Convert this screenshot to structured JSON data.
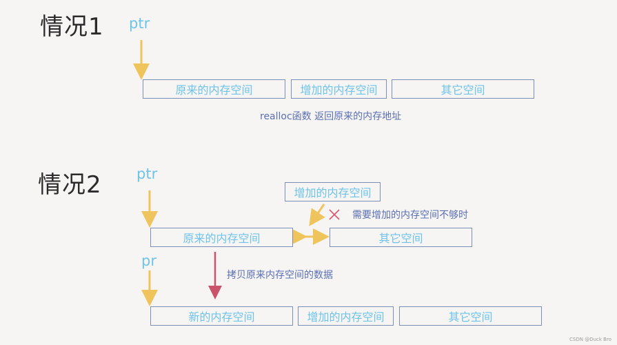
{
  "case1": {
    "title": "情况1",
    "pointer": "ptr",
    "blocks": [
      "原来的内存空间",
      "增加的内存空间",
      "其它空间"
    ],
    "note": "realloc函数 返回原来的内存地址"
  },
  "case2": {
    "title": "情况2",
    "pointer": "ptr",
    "new_pointer": "pr",
    "requested_block": "增加的内存空间",
    "insufficient_note": "需要增加的内存空间不够时",
    "copy_note": "拷贝原来内存空间的数据",
    "top_blocks": [
      "原来的内存空间",
      "其它空间"
    ],
    "bottom_blocks": [
      "新的内存空间",
      "增加的内存空间",
      "其它空间"
    ]
  },
  "watermark": "CSDN @Duck Bro",
  "colors": {
    "pointer_text": "#6ec3ea",
    "box_border": "#7a8fb8",
    "arrow_yellow": "#f0c45c",
    "copy_arrow": "#c9536b",
    "cross": "#d9576f",
    "note_text": "#5b6fb3"
  }
}
